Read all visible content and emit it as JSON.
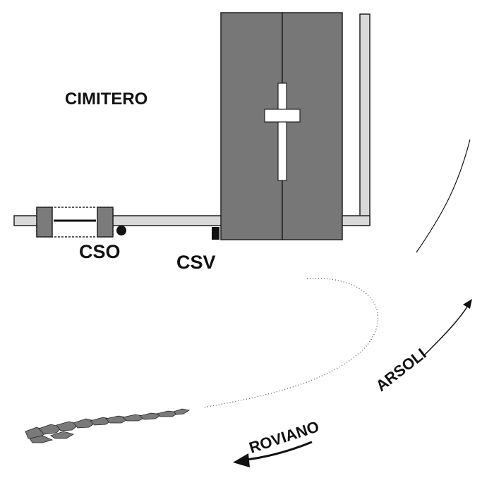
{
  "labels": {
    "cemetery": "CIMITERO",
    "cso": "CSO",
    "csv": "CSV",
    "arsoli": "ARSOLI",
    "roviano": "ROVIANO"
  },
  "colors": {
    "building": "#777777",
    "pipe": "#d9d9d9",
    "outline": "#222222",
    "cross": "#ffffff",
    "rubble": "#7a7a7a"
  },
  "icons": {
    "cemetery_symbol": "cross-icon",
    "cso_marker": "dot-marker",
    "csv_marker": "square-marker"
  }
}
